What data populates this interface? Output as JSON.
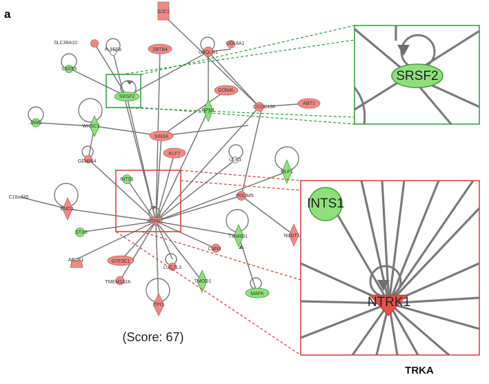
{
  "figure": {
    "panel_label": "a",
    "score": "(Score: 67)",
    "zoom_caption": "TRKA"
  },
  "nodes": [
    {
      "id": "gjc1",
      "label": "GJC1"
    },
    {
      "id": "slc38a10",
      "label": "SLC38A10"
    },
    {
      "id": "ptefb",
      "label": "P-TEFb"
    },
    {
      "id": "zbtb4",
      "label": "ZBTB4"
    },
    {
      "id": "ubqln",
      "label": "UBQLN1"
    },
    {
      "id": "col8a1",
      "label": "COL8A1"
    },
    {
      "id": "sass6",
      "label": "SASS6"
    },
    {
      "id": "srsf2",
      "label": "SRSF2"
    },
    {
      "id": "gon4l",
      "label": "GON4L"
    },
    {
      "id": "abt1",
      "label": "ABT1"
    },
    {
      "id": "jam2",
      "label": "JAM2"
    },
    {
      "id": "whsc1",
      "label": "WHSC1"
    },
    {
      "id": "rpn1",
      "label": "RPN1"
    },
    {
      "id": "ccdc136",
      "label": "CCDC136"
    },
    {
      "id": "sin3a",
      "label": "SIN3A"
    },
    {
      "id": "klf7",
      "label": "KLF7"
    },
    {
      "id": "gemin4",
      "label": "GEMIN4"
    },
    {
      "id": "ulk3",
      "label": "ULK3"
    },
    {
      "id": "mlf",
      "label": "MLF1"
    },
    {
      "id": "ints1",
      "label": "INTS1"
    },
    {
      "id": "c16orf45",
      "label": "C16orf45"
    },
    {
      "id": "eno2",
      "label": "ENO2"
    },
    {
      "id": "pdlim5",
      "label": "PDLIM5"
    },
    {
      "id": "ntrk1",
      "label": "NTRK1"
    },
    {
      "id": "stx8",
      "label": "STX8"
    },
    {
      "id": "txnrd1",
      "label": "TXNRD1"
    },
    {
      "id": "nudt18",
      "label": "NUDT18"
    },
    {
      "id": "abcf1",
      "label": "ABCF1"
    },
    {
      "id": "gtf3c1",
      "label": "GTF3C1"
    },
    {
      "id": "luc7l3",
      "label": "LUC7L3"
    },
    {
      "id": "cnn3",
      "label": "CNN3"
    },
    {
      "id": "tmod1",
      "label": "TMOD1"
    },
    {
      "id": "mafk",
      "label": "MAFK"
    },
    {
      "id": "tmem132a",
      "label": "TMEM132A"
    },
    {
      "id": "tpi1",
      "label": "TPI1"
    }
  ],
  "zoom_srsf2": {
    "label": "SRSF2"
  },
  "zoom_ntrk1": {
    "ints1_label": "INTS1",
    "ntrk1_label": "NTRK1"
  },
  "colors": {
    "upregulated": "#f08a86",
    "downregulated": "#8fe07d",
    "highlight_green": "#2a9a3a",
    "highlight_red": "#d43a32"
  }
}
